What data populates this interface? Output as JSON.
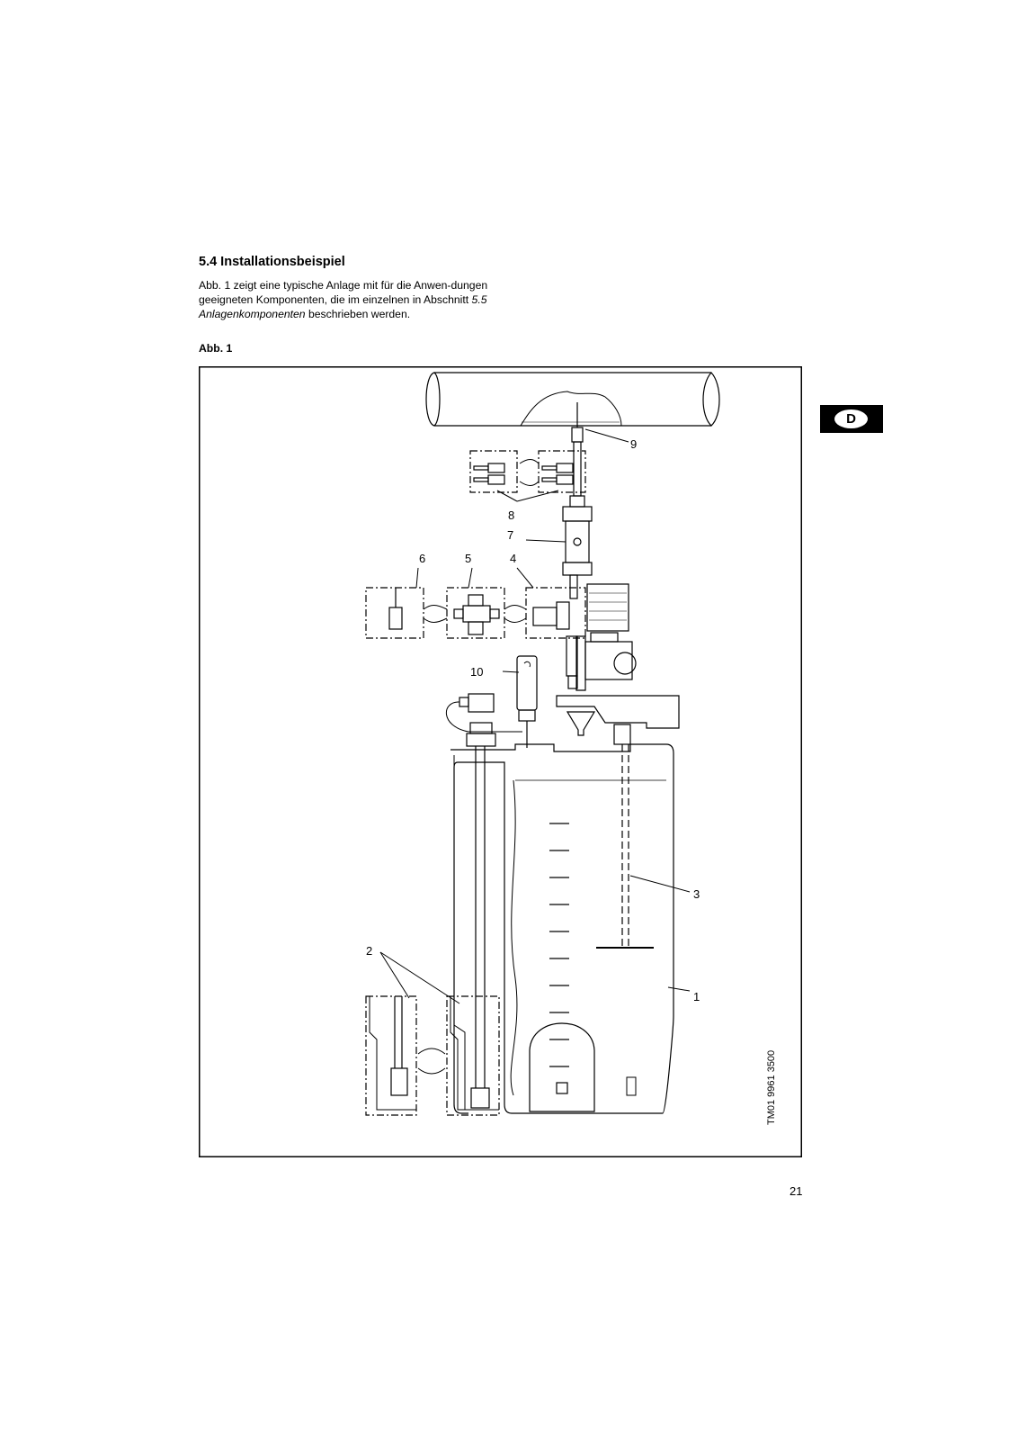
{
  "section": {
    "heading": "5.4 Installationsbeispiel",
    "intro_part1": "Abb. 1 zeigt eine typische Anlage mit für die Anwen-dungen geeigneten Komponenten, die im einzelnen in Abschnitt ",
    "intro_italic": "5.5 Anlagenkomponenten",
    "intro_part2": " beschrieben werden.",
    "figure_caption": "Abb. 1"
  },
  "language_tab": {
    "label": "D"
  },
  "figure": {
    "callouts": {
      "c1": "1",
      "c2": "2",
      "c3": "3",
      "c4": "4",
      "c5": "5",
      "c6": "6",
      "c7": "7",
      "c8": "8",
      "c9": "9",
      "c10": "10"
    },
    "reference_code": "TM01 9961 3500"
  },
  "page_number": "21"
}
